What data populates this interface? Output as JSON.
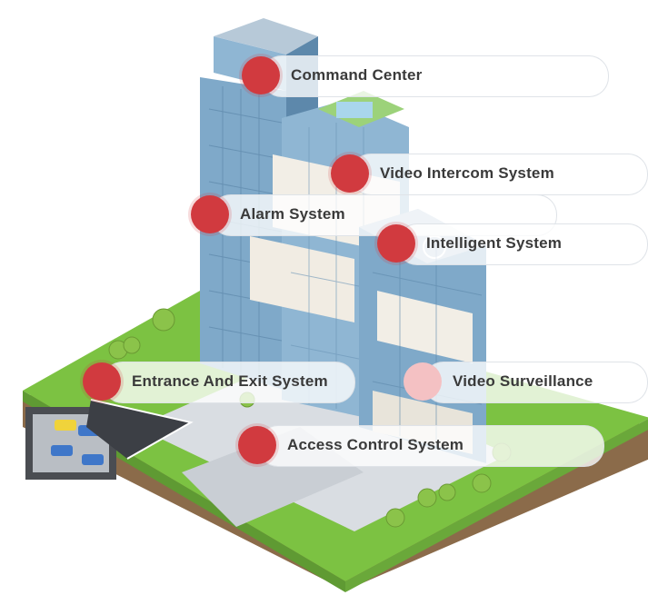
{
  "hotspots": [
    {
      "label": "Command Center"
    },
    {
      "label": "Video Intercom System"
    },
    {
      "label": "Alarm System"
    },
    {
      "label": "Intelligent System"
    },
    {
      "label": "Entrance And Exit System"
    },
    {
      "label": "Video Surveillance"
    },
    {
      "label": "Access Control System"
    }
  ],
  "colors": {
    "marker": "#d13a3f",
    "marker_inactive": "#f4c1c3",
    "glass": "#7fa9c9",
    "glass_dark": "#5d88ab",
    "grass": "#7cc242",
    "road": "#3c3f45"
  }
}
